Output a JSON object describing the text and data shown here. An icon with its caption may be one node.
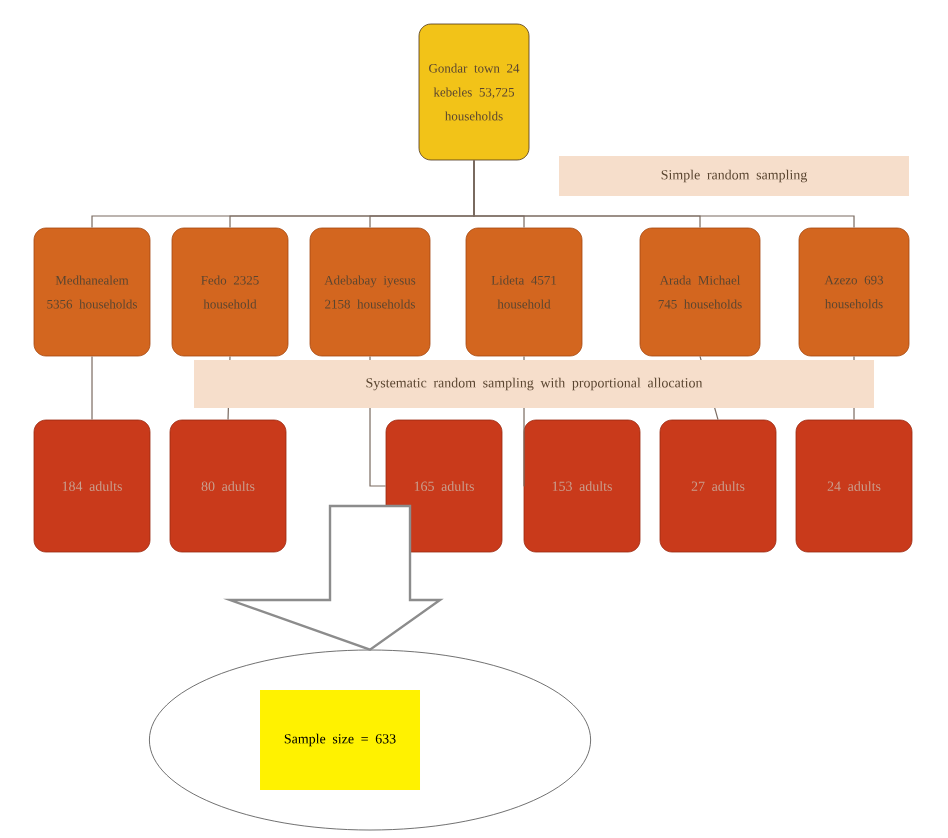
{
  "diagram": {
    "nodes": [
      {
        "text": [
          "Gondar town 24 kebeles 53,725 households"
        ]
      },
      {
        "text": [
          "Medhanealem 5356 households"
        ]
      },
      {
        "text": [
          "Fedo 2325 household"
        ]
      },
      {
        "text": [
          "Adebabay iyesus 2158 households"
        ]
      },
      {
        "text": [
          "Lideta 4571 household"
        ]
      },
      {
        "text": [
          "Arada Michael 745 households"
        ]
      },
      {
        "text": [
          "Azezo 693 households"
        ]
      },
      {
        "text": [
          "184 adults"
        ]
      },
      {
        "text": [
          "80 adults"
        ]
      },
      {
        "text": [
          "165 adults"
        ]
      },
      {
        "text": [
          "153 adults"
        ]
      },
      {
        "text": [
          "27 adults"
        ]
      },
      {
        "text": [
          "24 adults"
        ]
      },
      {
        "text": [],
        "shape": "ellipse"
      },
      {
        "text": [
          "Sample size = 633"
        ],
        "in": 13
      }
    ],
    "edges": [
      {
        "from": 0,
        "to": 1,
        "arrow": "none"
      },
      {
        "from": 0,
        "to": 2,
        "arrow": "none"
      },
      {
        "from": 0,
        "to": 3,
        "arrow": "none"
      },
      {
        "from": 0,
        "to": 4,
        "arrow": "none"
      },
      {
        "from": 0,
        "to": 5,
        "arrow": "none"
      },
      {
        "from": 0,
        "to": 6,
        "arrow": "none"
      },
      {
        "from": 1,
        "to": 7,
        "arrow": "none"
      },
      {
        "from": 2,
        "to": 8,
        "arrow": "none"
      },
      {
        "from": 3,
        "to": 9,
        "arrow": "none"
      },
      {
        "from": 4,
        "to": 10,
        "arrow": "none"
      },
      {
        "from": 5,
        "to": 11,
        "arrow": "none"
      },
      {
        "from": 6,
        "to": 12,
        "arrow": "none"
      },
      {
        "from": null,
        "to": 13,
        "arrow": "to",
        "style": "thick"
      }
    ],
    "labels": [
      "Simple random sampling",
      "Systematic random sampling with proportional allocation"
    ]
  }
}
